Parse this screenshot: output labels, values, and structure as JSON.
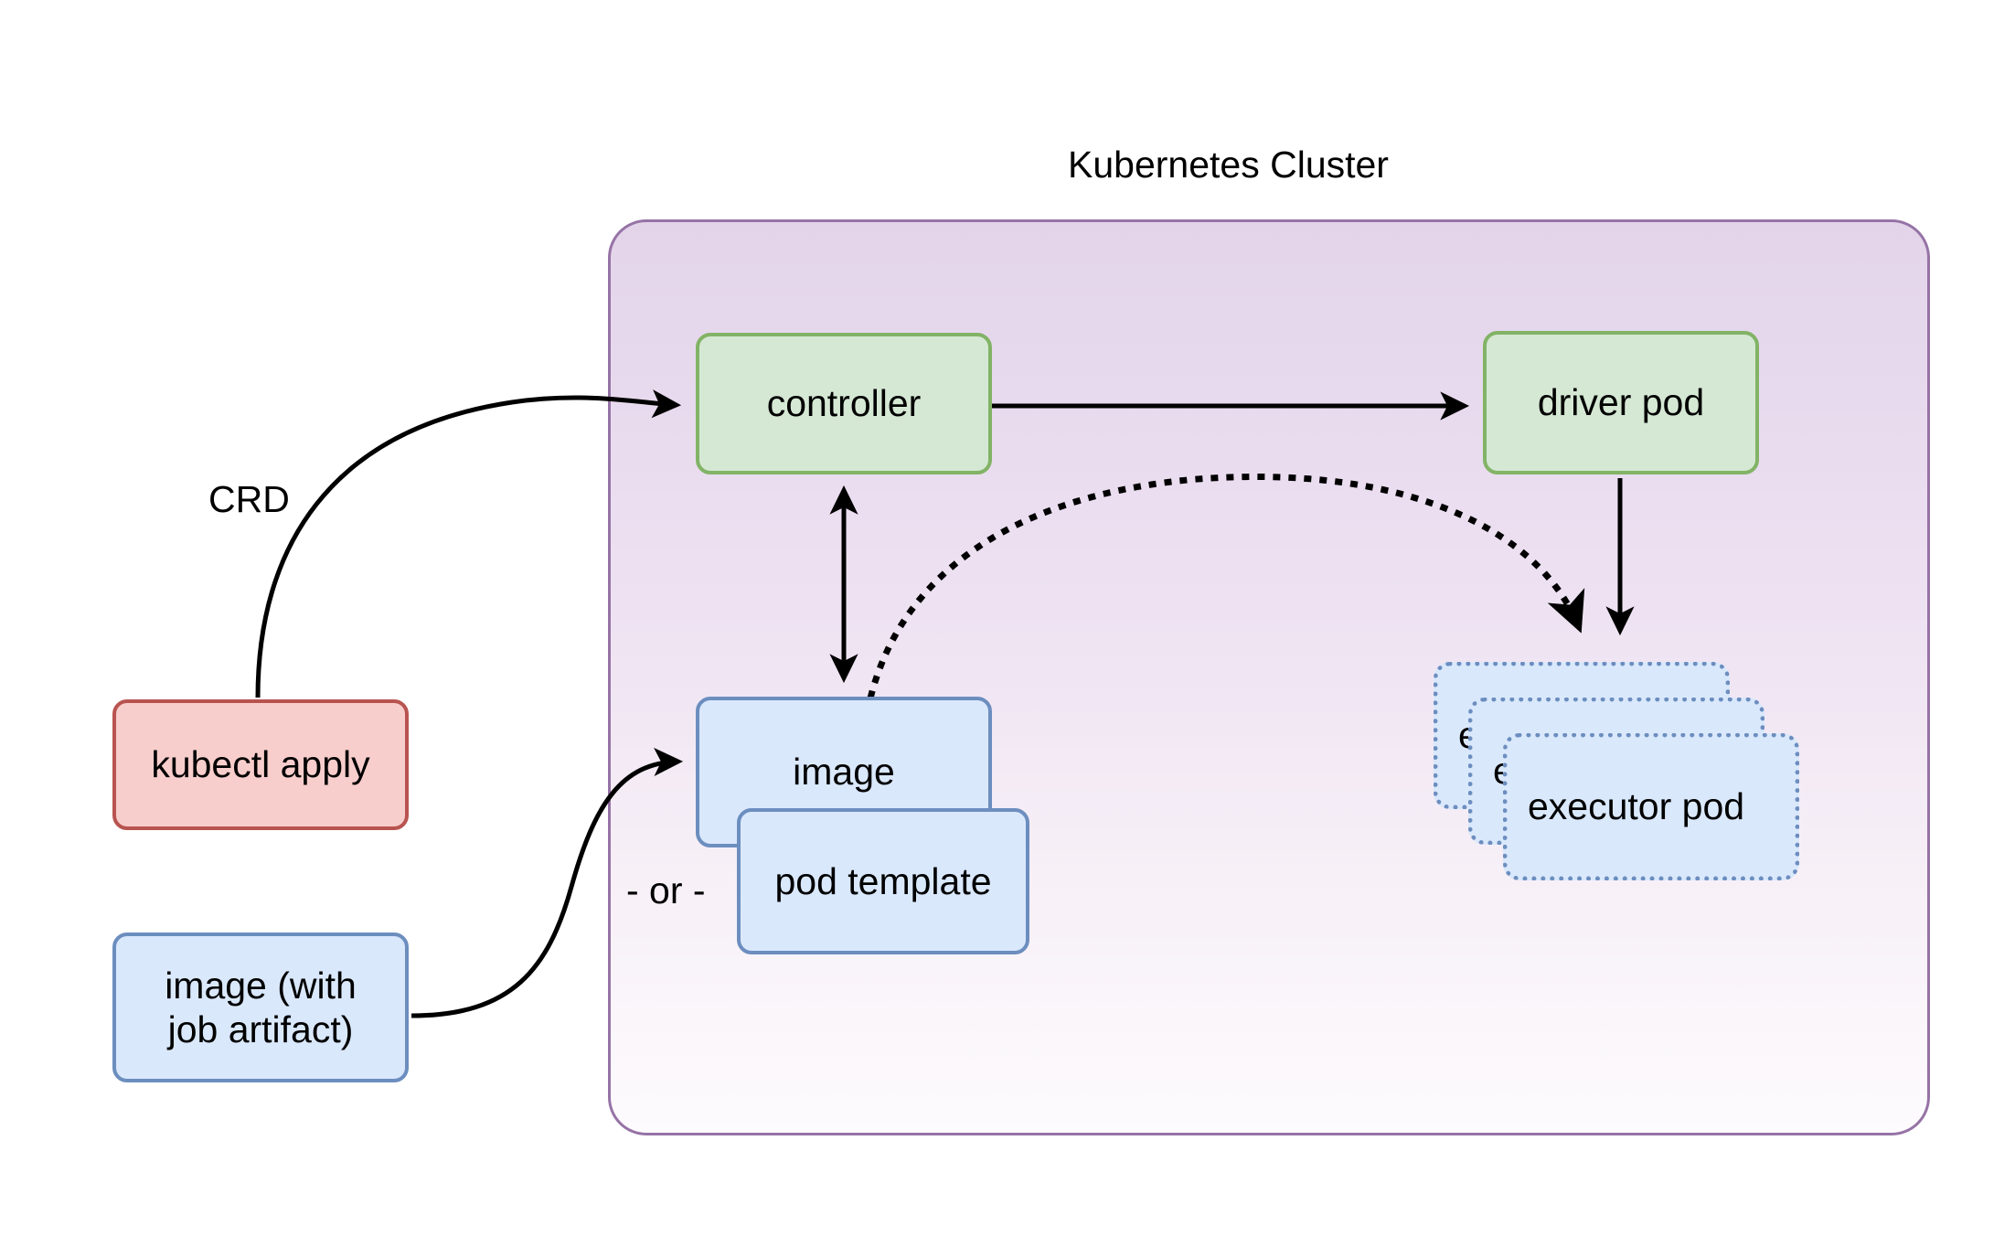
{
  "diagram": {
    "title": "Kubernetes Cluster",
    "background": "#ffffff",
    "colors": {
      "cluster_border": "#9673a6",
      "cluster_fill_top": "#e3d4ea",
      "cluster_fill_bottom": "#fdfbfd",
      "green_fill": "#d5e8d4",
      "green_stroke": "#82b366",
      "blue_fill": "#dae8fc",
      "blue_stroke": "#6c8ebf",
      "red_fill": "#f8cecc",
      "red_stroke": "#b85450",
      "edge_stroke": "#000000"
    },
    "nodes": {
      "kubectl_apply": {
        "label": "kubectl apply",
        "style": "red-rounded"
      },
      "image_with_artifact": {
        "label_line1": "image (with",
        "label_line2": "job artifact)",
        "style": "blue-rounded"
      },
      "controller": {
        "label": "controller",
        "style": "green-rounded"
      },
      "driver_pod": {
        "label": "driver pod",
        "style": "green-rounded"
      },
      "image": {
        "label": "image",
        "style": "blue-rounded"
      },
      "pod_template": {
        "label": "pod template",
        "style": "blue-rounded"
      },
      "executor_pods": {
        "style": "blue-dotted-stack",
        "count": 3,
        "labels": [
          "executor pod",
          "executor pod",
          "executor pod"
        ]
      }
    },
    "edge_labels": {
      "crd": "CRD",
      "or": "- or -"
    },
    "edges": [
      {
        "from": "kubectl apply",
        "to": "controller",
        "label": "CRD",
        "style": "solid-curve-arrow"
      },
      {
        "from": "image (with job artifact)",
        "to": "image",
        "label": "",
        "style": "solid-curve-arrow"
      },
      {
        "from": "controller",
        "to": "driver pod",
        "label": "",
        "style": "solid-arrow"
      },
      {
        "from": "controller",
        "to": "image",
        "label": "",
        "style": "solid-double-arrow"
      },
      {
        "from": "image",
        "to": "executor pod",
        "label": "",
        "style": "dotted-curve-arrow"
      },
      {
        "from": "driver pod",
        "to": "executor pod",
        "label": "",
        "style": "solid-arrow"
      }
    ]
  }
}
